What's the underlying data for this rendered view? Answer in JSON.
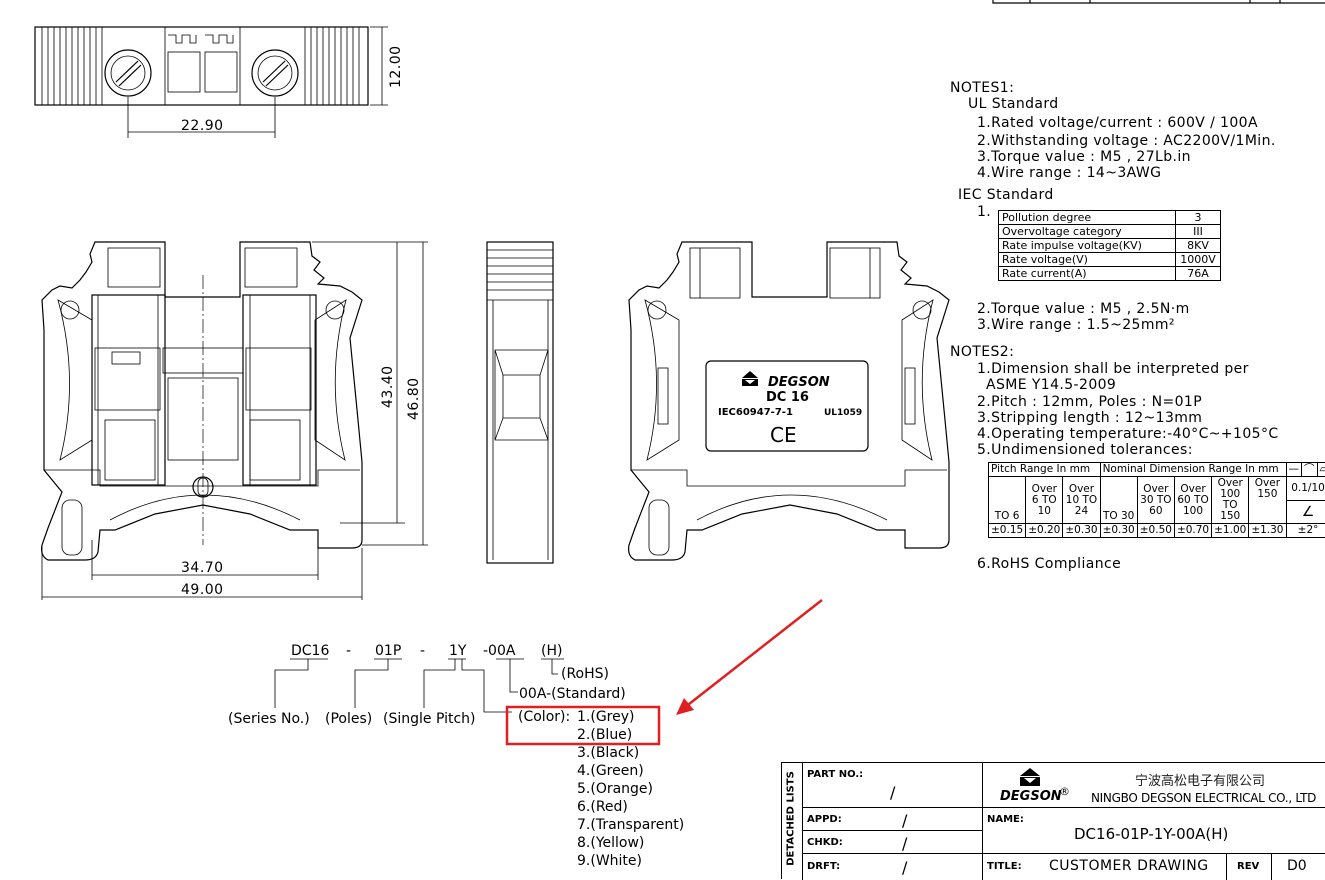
{
  "drawing": {
    "top_view": {
      "dim_width": "22.90",
      "dim_height": "12.00"
    },
    "front_view": {
      "dim_height_inner": "43.40",
      "dim_height_outer": "46.80",
      "dim_width_inner": "34.70",
      "dim_width_outer": "49.00"
    },
    "label": {
      "brand": "DEGSON",
      "model": "DC 16",
      "standard_iec": "IEC60947-7-1",
      "standard_ul": "UL1059",
      "mark": "CE"
    }
  },
  "notes1": {
    "title": "NOTES1:",
    "ul_title": "UL Standard",
    "ul_items": [
      "1.Rated voltage/current : 600V / 100A",
      "2.Withstanding voltage : AC2200V/1Min.",
      "3.Torque value : M5 , 27Lb.in",
      "4.Wire range : 14~3AWG"
    ],
    "iec_title": "IEC Standard",
    "iec_index": "1.",
    "iec_table": [
      [
        "Pollution degree",
        "3"
      ],
      [
        "Overvoltage category",
        "III"
      ],
      [
        "Rate impulse voltage(KV)",
        "8KV"
      ],
      [
        "Rate voltage(V)",
        "1000V"
      ],
      [
        "Rate current(A)",
        "76A"
      ]
    ],
    "iec_items": [
      "2.Torque value : M5 , 2.5N·m",
      "3.Wire range : 1.5~25mm²"
    ]
  },
  "notes2": {
    "title": "NOTES2:",
    "items": [
      "1.Dimension shall be interpreted per",
      "ASME Y14.5-2009",
      "2.Pitch : 12mm, Poles : N=01P",
      "3.Stripping length : 12~13mm",
      "4.Operating temperature:-40°C~+105°C",
      "5.Undimensioned tolerances:"
    ],
    "tolerance_table": {
      "header_pitch": "Pitch Range In mm",
      "header_nominal": "Nominal Dimension Range In mm",
      "symbols": [
        "—",
        "⌒",
        "▱"
      ],
      "ranges": [
        "TO 6",
        "Over 6 TO 10",
        "Over 10 TO 24",
        "TO 30",
        "Over 30 TO 60",
        "Over 60 TO 100",
        "Over 100 TO 150",
        "Over 150"
      ],
      "tolerances": [
        "±0.15",
        "±0.20",
        "±0.30",
        "±0.30",
        "±0.50",
        "±0.70",
        "±1.00",
        "±1.30"
      ],
      "flatness": "0.1/10",
      "angle_symbol": "∠",
      "angle": "±2°"
    },
    "last_item": "6.RoHS Compliance"
  },
  "part_number": {
    "segments": [
      "DC16",
      "-",
      "01P",
      "-",
      "1Y",
      "-00A",
      "(H)"
    ],
    "labels": {
      "series": "(Series No.)",
      "poles": "(Poles)",
      "pitch": "(Single Pitch)",
      "color": "(Color):",
      "standard": "00A-(Standard)",
      "rohs": "(RoHS)"
    },
    "colors": [
      "1.(Grey)",
      "2.(Blue)",
      "3.(Black)",
      "4.(Green)",
      "5.(Orange)",
      "6.(Red)",
      "7.(Transparent)",
      "8.(Yellow)",
      "9.(White)"
    ],
    "highlight_color": "#e02020"
  },
  "title_block": {
    "side_label": "DETACHED LISTS",
    "part_no_label": "PART NO.:",
    "part_no_value": "/",
    "appd_label": "APPD:",
    "appd_value": "/",
    "chkd_label": "CHKD:",
    "chkd_value": "/",
    "drft_label": "DRFT:",
    "drft_value": "/",
    "brand": "DEGSON",
    "registered": "®",
    "company_cn": "宁波高松电子有限公司",
    "company_en": "NINGBO DEGSON ELECTRICAL CO., LTD",
    "name_label": "NAME:",
    "name_value": "DC16-01P-1Y-00A(H)",
    "title_label": "TITLE:",
    "title_value": "CUSTOMER DRAWING",
    "rev_label": "REV",
    "rev_value": "D0"
  }
}
